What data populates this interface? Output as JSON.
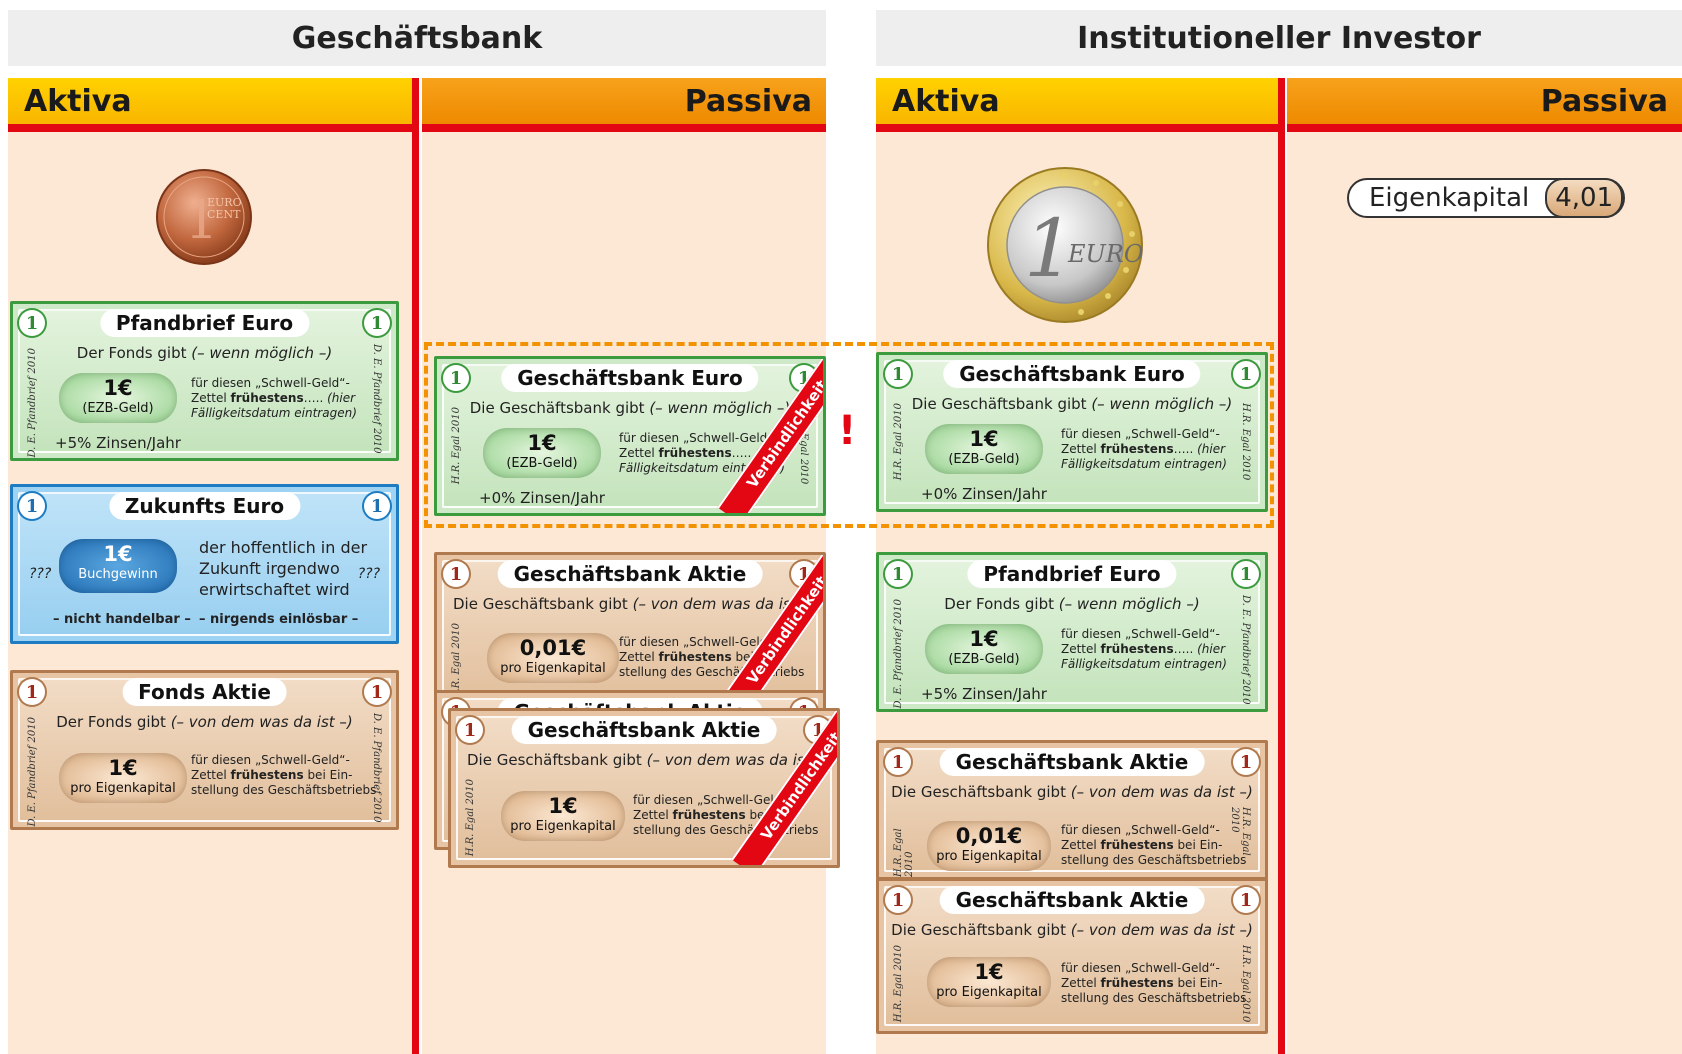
{
  "left": {
    "title": "Geschäftsbank",
    "aktiva": "Aktiva",
    "passiva": "Passiva"
  },
  "right": {
    "title": "Institutioneller Investor",
    "aktiva": "Aktiva",
    "passiva": "Passiva",
    "eigenkapital_label": "Eigenkapital",
    "eigenkapital_value": "4,01"
  },
  "exclamation": "!",
  "notes": {
    "pfandbrief": {
      "title": "Pfandbrief Euro",
      "number": "1",
      "desc_plain": "Der Fonds gibt",
      "desc_italic": "(– wenn möglich –)",
      "value": "1€",
      "value_sub": "(EZB-Geld)",
      "text1": "für diesen „Schwell-Geld“-",
      "text2a": "Zettel ",
      "text2b": "frühestens",
      "text2c": "….. ",
      "text2d": "(hier",
      "text3": "Fälligkeitsdatum eintragen)",
      "zins": "+5% Zinsen/Jahr",
      "sig": "D. E. Pfandbrief 2010"
    },
    "zukunft": {
      "title": "Zukunfts Euro",
      "number": "1",
      "value": "1€",
      "value_sub": "Buchgewinn",
      "text1": "der hoffentlich in der",
      "text2": "Zukunft irgendwo",
      "text3": "erwirtschaftet wird",
      "foot1": "– nicht handelbar –",
      "foot2": "– nirgends einlösbar –",
      "q": "???"
    },
    "fonds_aktie": {
      "title": "Fonds Aktie",
      "number": "1",
      "desc_plain": "Der Fonds gibt",
      "desc_italic": "(– von dem was da ist –)",
      "value": "1€",
      "value_sub": "pro Eigenkapital",
      "text1": "für diesen „Schwell-Geld“-",
      "text2a": "Zettel ",
      "text2b": "frühestens",
      "text2c": " bei Ein-",
      "text3": "stellung des Geschäftsbetriebs",
      "sig": "D. E. Pfandbrief 2010"
    },
    "gb_euro": {
      "title": "Geschäftsbank Euro",
      "number": "1",
      "desc_plain": "Die Geschäftsbank gibt",
      "desc_italic": "(– wenn möglich –)",
      "value": "1€",
      "value_sub": "(EZB-Geld)",
      "text1": "für diesen „Schwell-Geld“-",
      "text2a": "Zettel ",
      "text2b": "frühestens",
      "text2c": "….. ",
      "text2d": "(hier",
      "text3": "Fälligkeitsdatum eintragen)",
      "zins": "+0% Zinsen/Jahr",
      "sig": "H.R. Egal 2010"
    },
    "gb_aktie_small": {
      "title": "Geschäftsbank Aktie",
      "number": "1",
      "desc_plain": "Die Geschäftsbank gibt",
      "desc_italic": "(– von dem was da ist –)",
      "value": "0,01€",
      "value_sub": "pro Eigenkapital",
      "text1": "für diesen „Schwell-Geld“-",
      "text2a": "Zettel ",
      "text2b": "frühestens",
      "text2c": " bei Ein-",
      "text3": "stellung des Geschäftsbetriebs",
      "sig": "H.R. Egal 2010"
    },
    "gb_aktie": {
      "title": "Geschäftsbank Aktie",
      "number": "1",
      "desc_plain": "Die Geschäftsbank gibt",
      "desc_italic": "(– von dem was da ist –)",
      "value": "1€",
      "value_sub": "pro Eigenkapital",
      "text1": "für diesen „Schwell-Geld“-",
      "text2a": "Zettel ",
      "text2b": "frühestens",
      "text2c": " bei Ein-",
      "text3": "stellung des Geschäftsbetriebs",
      "sig": "H.R. Egal 2010"
    }
  },
  "ribbon_label": "Verbindlichkeit",
  "colors": {
    "header_bg": "#eeeeee",
    "aktiva": "#fcc400",
    "passiva": "#f39200",
    "divider": "#e30613",
    "zone": "#fde8d6",
    "dashed": "#f39200"
  },
  "icons": [
    "cent-coin-icon",
    "euro-coin-icon"
  ]
}
